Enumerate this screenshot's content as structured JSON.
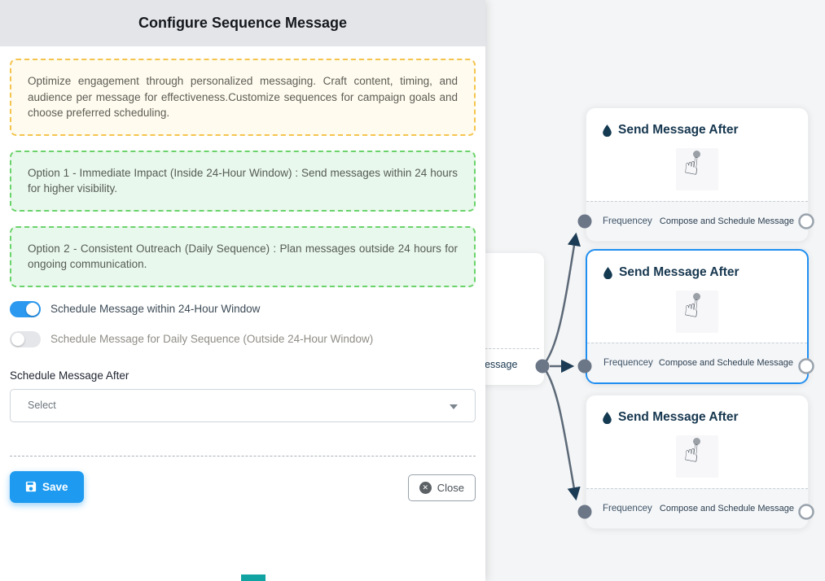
{
  "panel": {
    "title": "Configure Sequence Message",
    "intro": "Optimize engagement through personalized messaging. Craft content, timing, and audience per message for effectiveness.Customize sequences for campaign goals and choose preferred scheduling.",
    "options": [
      {
        "text": "Option 1 - Immediate Impact (Inside 24-Hour Window) : Send messages within 24 hours for higher visibility."
      },
      {
        "text": "Option 2 - Consistent Outreach (Daily Sequence) : Plan messages outside 24 hours for ongoing communication."
      }
    ],
    "toggles": [
      {
        "label": "Schedule Message within 24-Hour Window",
        "state": "on"
      },
      {
        "label": "Schedule Message for Daily Sequence (Outside 24-Hour Window)",
        "state": "off"
      }
    ],
    "schedule_after": {
      "label": "Schedule Message After",
      "value": "Select"
    },
    "save_label": "Save",
    "close_label": "Close"
  },
  "flow": {
    "source_card": {
      "fragment_label": "ce Message"
    },
    "cards": [
      {
        "title": "Send Message After",
        "left_port_label": "Frequencey",
        "right_port_label": "Compose and Schedule Message",
        "selected": "false"
      },
      {
        "title": "Send Message After",
        "left_port_label": "Frequencey",
        "right_port_label": "Compose and Schedule Message",
        "selected": "true"
      },
      {
        "title": "Send Message After",
        "left_port_label": "Frequencey",
        "right_port_label": "Compose and Schedule Message",
        "selected": "false"
      }
    ]
  },
  "colors": {
    "toggle_on": "#2b99ef",
    "save_button": "#1e9bf0",
    "selected_card_border": "#1f8ef1",
    "info_border": "#f4c44d",
    "info_bg": "#fffbee",
    "option_border": "#6bd36b",
    "option_bg": "#e9f8ec",
    "edge": "#5c6978",
    "node": "#6b7687",
    "arrow": "#1c3c55",
    "card_title": "#16374f",
    "canvas_bg": "#f4f5f6",
    "teal_accent": "#10a3a2"
  }
}
